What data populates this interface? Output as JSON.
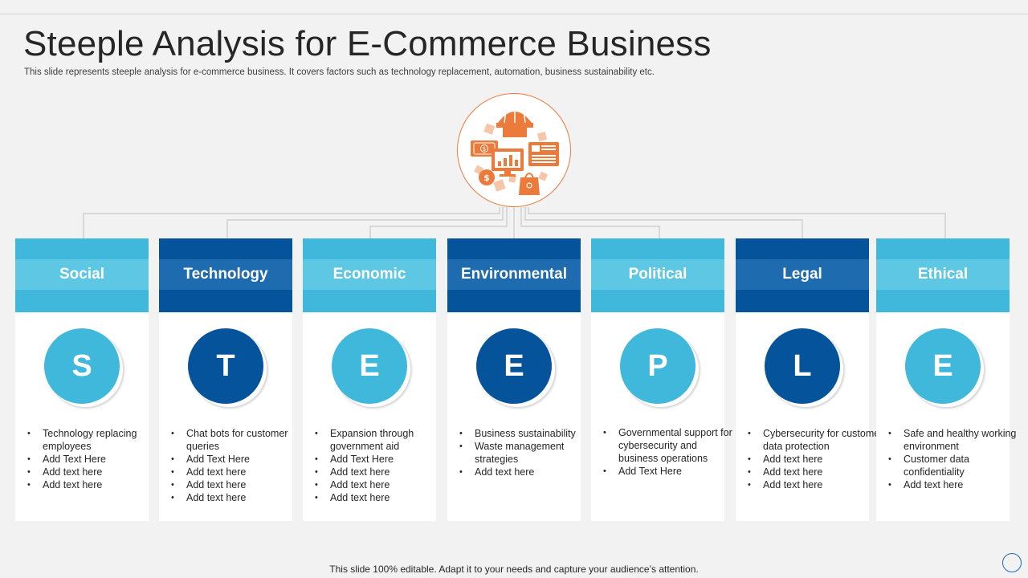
{
  "title": "Steeple Analysis for E-Commerce Business",
  "subtitle": "This slide represents steeple analysis for e-commerce business. It covers factors such as technology replacement, automation, business sustainability etc.",
  "hub_icon": "ecommerce-icon",
  "colors": {
    "accent_light": "#3fb8dc",
    "accent_dark": "#05539a",
    "hub_orange": "#ec7a3a"
  },
  "cards": [
    {
      "label": "Social",
      "letter": "S",
      "bullets": [
        "Technology replacing employees",
        "Add Text Here",
        "Add text here",
        "Add text here"
      ]
    },
    {
      "label": "Technology",
      "letter": "T",
      "bullets": [
        "Chat bots for customer queries",
        "Add Text Here",
        "Add text here",
        "Add text here",
        "Add text here"
      ]
    },
    {
      "label": "Economic",
      "letter": "E",
      "bullets": [
        "Expansion through government  aid",
        "Add Text Here",
        "Add text here",
        "Add text here",
        "Add text here"
      ]
    },
    {
      "label": "Environmental",
      "letter": "E",
      "bullets": [
        "Business sustainability",
        "Waste management strategies",
        "Add text here"
      ]
    },
    {
      "label": "Political",
      "letter": "P",
      "bullets": [
        "Governmental support for cybersecurity and business operations",
        "Add Text Here"
      ]
    },
    {
      "label": "Legal",
      "letter": "L",
      "bullets": [
        "Cybersecurity for customer data protection",
        "Add text here",
        "Add text here",
        "Add text here"
      ]
    },
    {
      "label": "Ethical",
      "letter": "E",
      "bullets": [
        "Safe and healthy working environment",
        "Customer data confidentiality",
        "Add text here"
      ]
    }
  ],
  "footer": "This slide 100% editable. Adapt it to your needs and capture your audience’s attention."
}
